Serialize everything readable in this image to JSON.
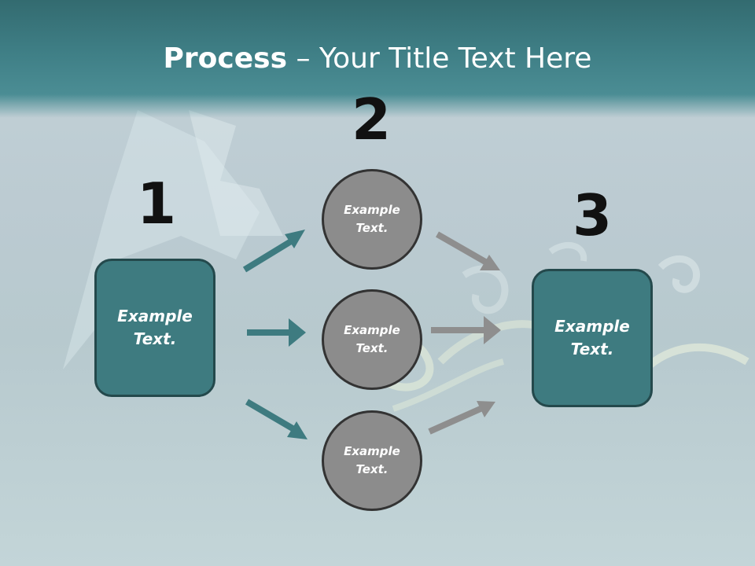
{
  "title": {
    "bold": "Process",
    "rest": " – Your Title Text Here"
  },
  "numbers": [
    "1",
    "2",
    "3"
  ],
  "steps": {
    "left_box": {
      "line1": "Example",
      "line2": "Text."
    },
    "circles": [
      {
        "line1": "Example",
        "line2": "Text."
      },
      {
        "line1": "Example",
        "line2": "Text."
      },
      {
        "line1": "Example",
        "line2": "Text."
      }
    ],
    "right_box": {
      "line1": "Example",
      "line2": "Text."
    }
  },
  "colors": {
    "teal": "#3e7b80",
    "teal_border": "#24494c",
    "gray": "#8c8c8c",
    "arrow_teal": "#3e7b80",
    "arrow_gray": "#8e8e8e"
  }
}
